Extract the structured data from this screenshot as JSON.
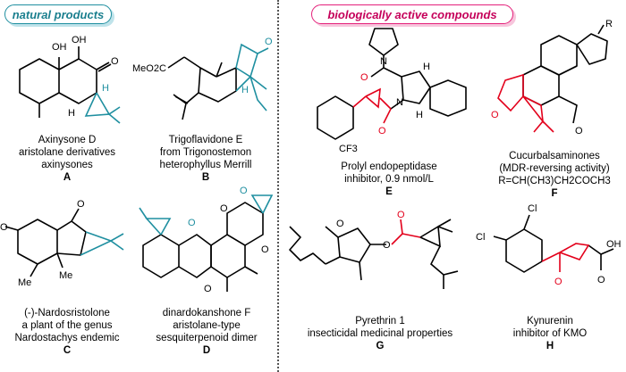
{
  "headers": {
    "natural": "natural products",
    "bio": "biologically active compounds"
  },
  "colors": {
    "teal": "#1f8fa0",
    "red": "#e3001b",
    "magenta": "#e4207a"
  },
  "compounds": [
    {
      "id": "A",
      "lines": [
        "Axinysone D",
        "aristolane derivatives",
        "axinysones"
      ],
      "label": "A",
      "atoms": {
        "oh1": "OH",
        "oh2": "OH",
        "o": "O",
        "h1": "H",
        "h2": "H"
      }
    },
    {
      "id": "B",
      "lines": [
        "Trigoflavidone E",
        "from Trigonostemon",
        "heterophyllus Merrill"
      ],
      "label": "B",
      "atoms": {
        "ester": "MeO2C",
        "o": "O",
        "h1": "H"
      }
    },
    {
      "id": "C",
      "lines": [
        "(-)-Nardosristolone",
        "a plant of the genus",
        "Nardostachys endemic"
      ],
      "label": "C",
      "atoms": {
        "o1": "O",
        "o2": "O",
        "me1": "Me",
        "me2": "Me"
      }
    },
    {
      "id": "D",
      "lines": [
        "dinardokanshone F",
        "aristolane-type",
        "sesquiterpenoid dimer"
      ],
      "label": "D",
      "atoms": {
        "o1": "O",
        "o2": "O",
        "o3": "O",
        "o4": "O",
        "o5": "O"
      }
    },
    {
      "id": "E",
      "lines": [
        "Prolyl endopeptidase",
        "inhibitor, 0.9 nmol/L"
      ],
      "label": "E",
      "atoms": {
        "o1": "O",
        "o2": "O",
        "n1": "N",
        "n2": "N",
        "h1": "H",
        "h2": "H",
        "cf3": "CF3"
      }
    },
    {
      "id": "F",
      "lines": [
        "Cucurbalsaminones",
        "(MDR-reversing activity)",
        "R=CH(CH3)CH2COCH3"
      ],
      "label": "F",
      "atoms": {
        "r": "R",
        "o1": "O",
        "o2": "O"
      }
    },
    {
      "id": "G",
      "lines": [
        "Pyrethrin 1",
        "insecticidal medicinal properties"
      ],
      "label": "G",
      "atoms": {
        "o1": "O",
        "o2": "O",
        "o3": "O"
      }
    },
    {
      "id": "H",
      "lines": [
        "Kynurenin",
        "inhibitor of KMO"
      ],
      "label": "H",
      "atoms": {
        "cl1": "Cl",
        "cl2": "Cl",
        "o1": "O",
        "o2": "O",
        "oh": "OH"
      }
    }
  ]
}
